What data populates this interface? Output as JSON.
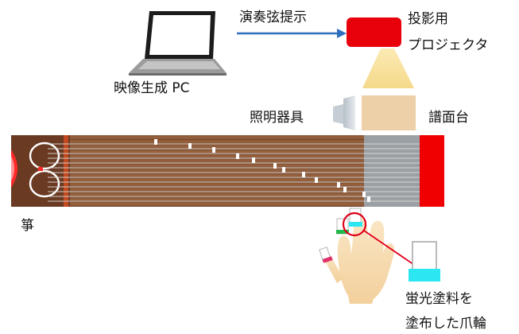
{
  "labels": {
    "pc": "映像生成 PC",
    "signal": "演奏弦提示",
    "projector_line1": "投影用",
    "projector_line2": "プロジェクタ",
    "lighting": "照明器具",
    "music_stand": "譜面台",
    "koto": "箏",
    "ring_line1": "蛍光塗料を",
    "ring_line2": "塗布した爪輪"
  },
  "colors": {
    "projector": "#e8000b",
    "projector_beam": "#f8e09a",
    "music_stand": "#edcfa8",
    "lamp": "#cfd6dc",
    "koto_wood": "#8e5a38",
    "koto_projection_zone": "#9aa0a4",
    "koto_end": "#f00000",
    "fluorescent": "#2ce6f2",
    "highlight": "#e0001b",
    "skin": "#f8ddb4"
  },
  "icons": {
    "pc": "laptop-icon",
    "projector": "projector-icon",
    "lighting": "lamp-icon",
    "stand": "music-stand-icon",
    "koto": "koto-icon",
    "hand": "hand-icon",
    "ring": "finger-ring-icon"
  }
}
